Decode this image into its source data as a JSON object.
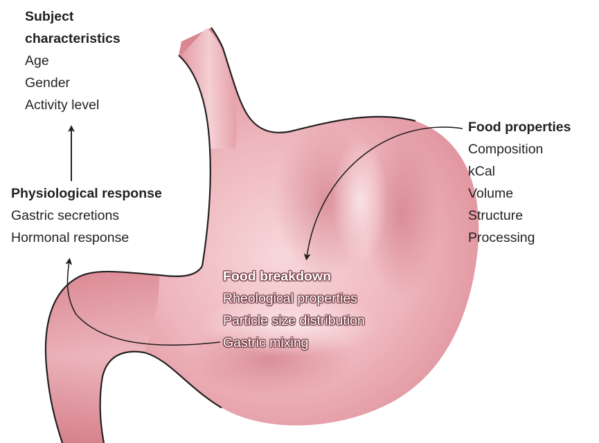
{
  "subject": {
    "heading_line1": "Subject",
    "heading_line2": "characteristics",
    "items": [
      "Age",
      "Gender",
      "Activity level"
    ]
  },
  "physiological": {
    "heading": "Physiological response",
    "items": [
      "Gastric secretions",
      "Hormonal response"
    ]
  },
  "food_properties": {
    "heading": "Food properties",
    "items": [
      "Composition",
      "kCal",
      "Volume",
      "Structure",
      "Processing"
    ]
  },
  "food_breakdown": {
    "heading": "Food breakdown",
    "items": [
      "Rheological properties",
      "Particle size distribution",
      "Gastric mixing"
    ]
  },
  "colors": {
    "text": "#231f20",
    "stomach_light": "#f6d3d6",
    "stomach_mid": "#e7a3ab",
    "stomach_dark": "#cf7581",
    "stomach_outline": "#231f20",
    "breakdown_text": "#ffffff"
  }
}
